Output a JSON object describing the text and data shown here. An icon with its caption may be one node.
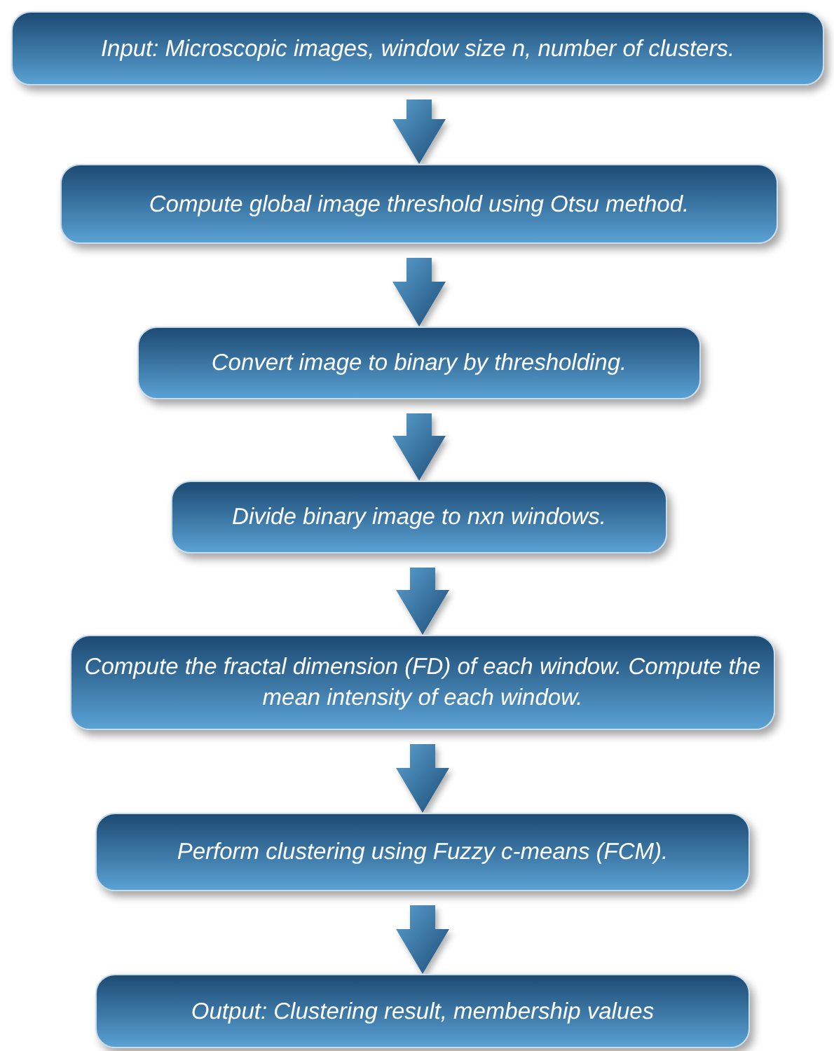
{
  "diagram": {
    "nodes": [
      {
        "text": [
          "Input: Microscopic images, window size n, number of clusters."
        ]
      },
      {
        "text": [
          "Compute global image threshold using Otsu method."
        ]
      },
      {
        "text": [
          "Convert image to binary by thresholding."
        ]
      },
      {
        "text": [
          "Divide binary image to nxn windows."
        ]
      },
      {
        "text": [
          "Compute the fractal dimension (FD) of each window. Compute the mean intensity of each window."
        ]
      },
      {
        "text": [
          "Perform clustering using Fuzzy c-means (FCM)."
        ]
      },
      {
        "text": [
          "Output: Clustering result, membership values"
        ]
      }
    ],
    "edges": [
      {
        "from": 0,
        "to": 1,
        "arrow": "to"
      },
      {
        "from": 1,
        "to": 2,
        "arrow": "to"
      },
      {
        "from": 2,
        "to": 3,
        "arrow": "to"
      },
      {
        "from": 3,
        "to": 4,
        "arrow": "to"
      },
      {
        "from": 4,
        "to": 5,
        "arrow": "to"
      },
      {
        "from": 5,
        "to": 6,
        "arrow": "to"
      }
    ]
  }
}
